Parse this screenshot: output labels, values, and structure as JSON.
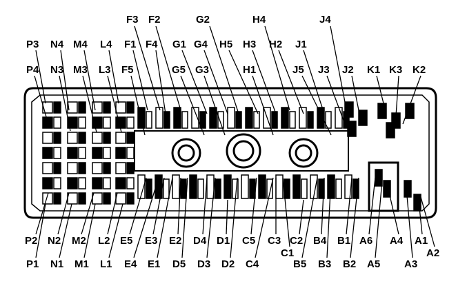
{
  "colors": {
    "ink": "#000000",
    "paper": "#ffffff"
  },
  "labels": {
    "top": [
      "F3",
      "F2",
      "G2",
      "H4",
      "J4",
      "P3",
      "N4",
      "M4",
      "L4",
      "F1",
      "F4",
      "G1",
      "G4",
      "H5",
      "H3",
      "H2",
      "J1",
      "P4",
      "N3",
      "M3",
      "L3",
      "F5",
      "G5",
      "G3",
      "H1",
      "J5",
      "J3",
      "J2",
      "K1",
      "K3",
      "K2"
    ],
    "bottom": [
      "P2",
      "N2",
      "M2",
      "L2",
      "E5",
      "E3",
      "E2",
      "D4",
      "D1",
      "C5",
      "C3",
      "C2",
      "B4",
      "B1",
      "A6",
      "A4",
      "A1",
      "A2",
      "C1",
      "P1",
      "N1",
      "M1",
      "L1",
      "E4",
      "E1",
      "D5",
      "D3",
      "D2",
      "C4",
      "B5",
      "B3",
      "B2",
      "A5",
      "A3"
    ]
  }
}
